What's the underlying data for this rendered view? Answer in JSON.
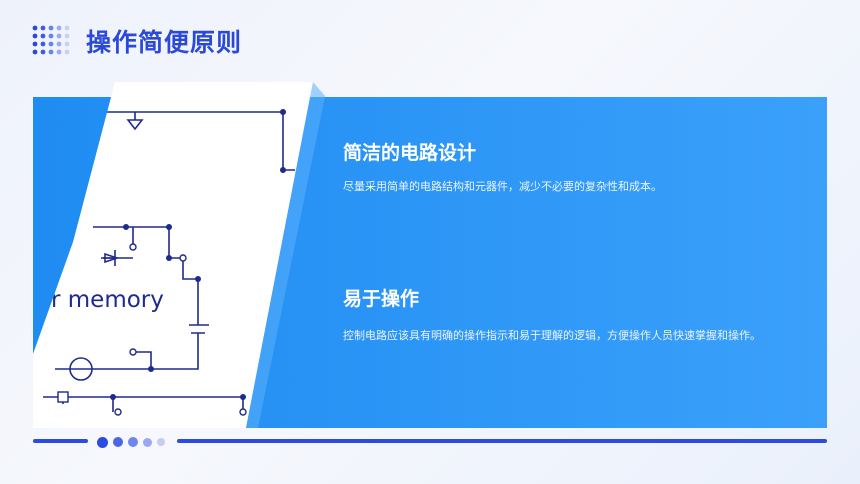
{
  "slide": {
    "title": "操作简便原则"
  },
  "circuit_image": {
    "text": "r memory"
  },
  "sections": [
    {
      "heading": "简洁的电路设计",
      "description": "尽量采用简单的电路结构和元器件，减少不必要的复杂性和成本。"
    },
    {
      "heading": "易于操作",
      "description": "控制电路应该具有明确的操作指示和易于理解的逻辑，方便操作人员快速掌握和操作。"
    }
  ],
  "colors": {
    "accent": "#2b49d8",
    "panel": "#2f98f7",
    "circuit": "#1e2a8c",
    "background": "#eef2fb"
  }
}
